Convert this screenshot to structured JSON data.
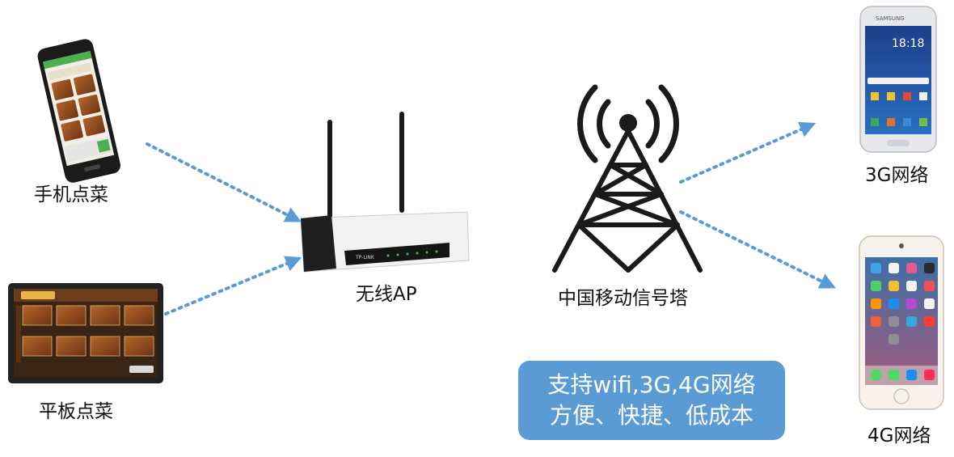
{
  "labels": {
    "phone": "手机点菜",
    "tablet": "平板点菜",
    "ap": "无线AP",
    "tower": "中国移动信号塔",
    "net3g": "3G网络",
    "net4g": "4G网络"
  },
  "callout": {
    "line1": "支持wifi,3G,4G网络",
    "line2": "方便、快捷、低成本"
  },
  "devices": {
    "router_brand": "TP-LINK",
    "samsung_brand": "SAMSUNG",
    "samsung_clock": "18:18"
  },
  "colors": {
    "arrow": "#5b9bd5",
    "callout_bg": "#5b9bd5",
    "tower": "#1a1a1a"
  }
}
